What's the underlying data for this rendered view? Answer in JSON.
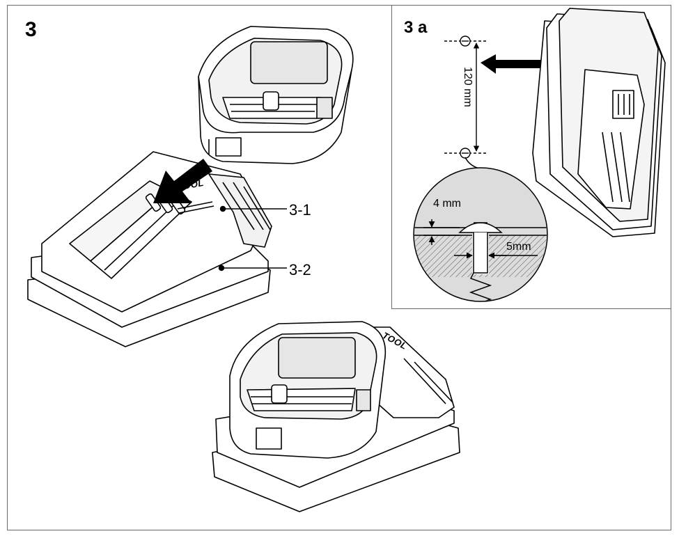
{
  "figure": {
    "main_number": "3",
    "inset_number": "3 a"
  },
  "callouts": {
    "c31": "3-1",
    "c32": "3-2"
  },
  "dimensions": {
    "spacing": "120 mm",
    "head_depth": "4 mm",
    "shaft_dia": "5mm"
  },
  "brand": {
    "top": "TOOL",
    "bottom": "TOOL"
  }
}
